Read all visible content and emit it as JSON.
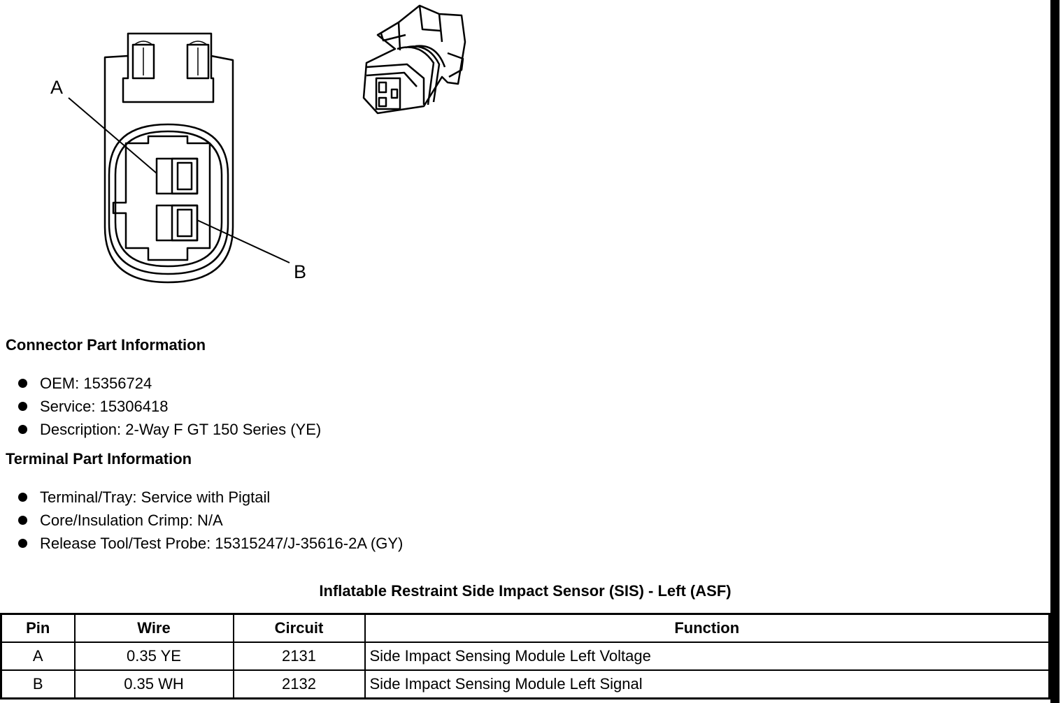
{
  "diagram": {
    "pin_labels": [
      "A",
      "B"
    ]
  },
  "connector_info": {
    "heading": "Connector Part Information",
    "items": [
      "OEM: 15356724",
      "Service: 15306418",
      "Description: 2-Way F GT 150 Series (YE)"
    ]
  },
  "terminal_info": {
    "heading": "Terminal Part Information",
    "items": [
      "Terminal/Tray: Service with Pigtail",
      "Core/Insulation Crimp: N/A",
      "Release Tool/Test Probe: 15315247/J-35616-2A (GY)"
    ]
  },
  "table": {
    "title": "Inflatable Restraint Side Impact Sensor (SIS) - Left (ASF)",
    "headers": [
      "Pin",
      "Wire",
      "Circuit",
      "Function"
    ],
    "rows": [
      [
        "A",
        "0.35 YE",
        "2131",
        "Side Impact Sensing Module Left Voltage"
      ],
      [
        "B",
        "0.35 WH",
        "2132",
        "Side Impact Sensing Module Left Signal"
      ]
    ]
  }
}
